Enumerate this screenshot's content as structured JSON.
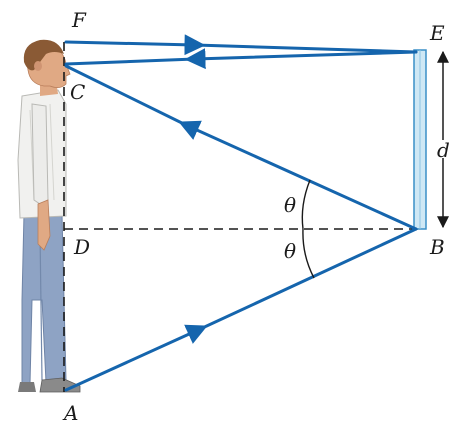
{
  "diagram": {
    "points": {
      "F": "F",
      "E": "E",
      "C": "C",
      "D": "D",
      "B": "B",
      "A": "A"
    },
    "distance_label": "d",
    "angle_upper": "θ",
    "angle_lower": "θ"
  },
  "colors": {
    "ray": "#1565ad",
    "dash": "#1a1a1a",
    "mirror_fill": "#cfe8f5",
    "mirror_edge": "#3a8fc7",
    "pants": "#8ea3c4",
    "shirt": "#f1f1ef",
    "skin": "#e0a984",
    "hair": "#8a5a35",
    "shoe": "#7a7a7a"
  }
}
